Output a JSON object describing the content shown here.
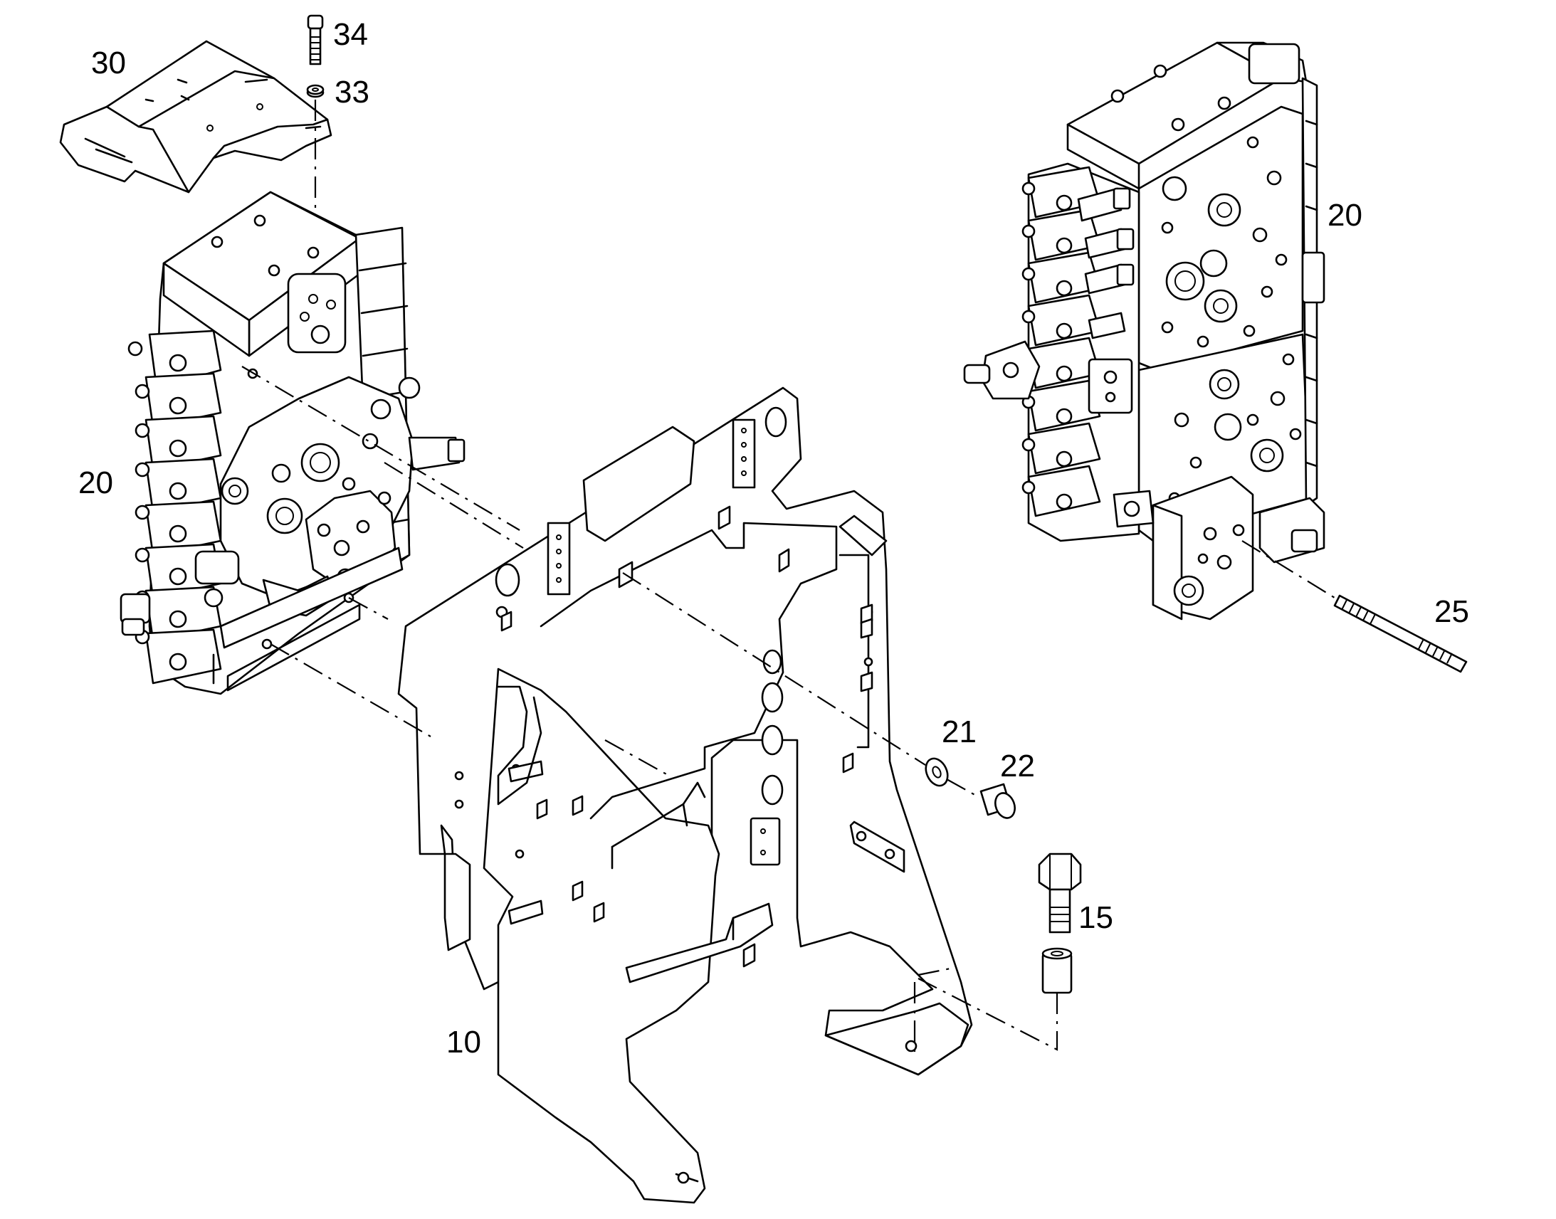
{
  "callouts": {
    "p30": "30",
    "p34": "34",
    "p33": "33",
    "p20_left": "20",
    "p20_right": "20",
    "p25": "25",
    "p21": "21",
    "p22": "22",
    "p15": "15",
    "p10": "10"
  },
  "colors": {
    "line": "#000000",
    "background": "#ffffff"
  }
}
